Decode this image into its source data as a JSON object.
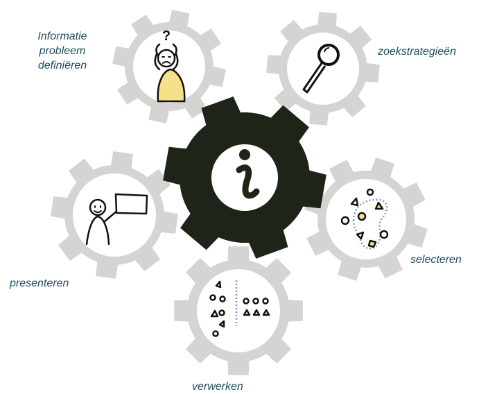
{
  "colors": {
    "gear_gray": "#d6d4d2",
    "gear_inner": "#ffffff",
    "gear_center": "#1e2418",
    "label_text": "#1f4e63",
    "highlight_yellow": "#f7e08a",
    "dotted_blue": "#7f95c8",
    "ink": "#111111"
  },
  "labels": {
    "define": [
      "Informatie",
      "probleem",
      "definiëren"
    ],
    "search": "zoekstrategieën",
    "present": "presenteren",
    "select": "selecteren",
    "process": "verwerken"
  },
  "icons": {
    "center": "info-icon",
    "define": "confused-person-icon",
    "search": "magnifier-icon",
    "present": "presenter-icon",
    "select": "selection-cluster-icon",
    "process": "sorting-icon"
  },
  "icon_glyphs": {
    "question_mark": "?",
    "info_glyph": "i"
  }
}
